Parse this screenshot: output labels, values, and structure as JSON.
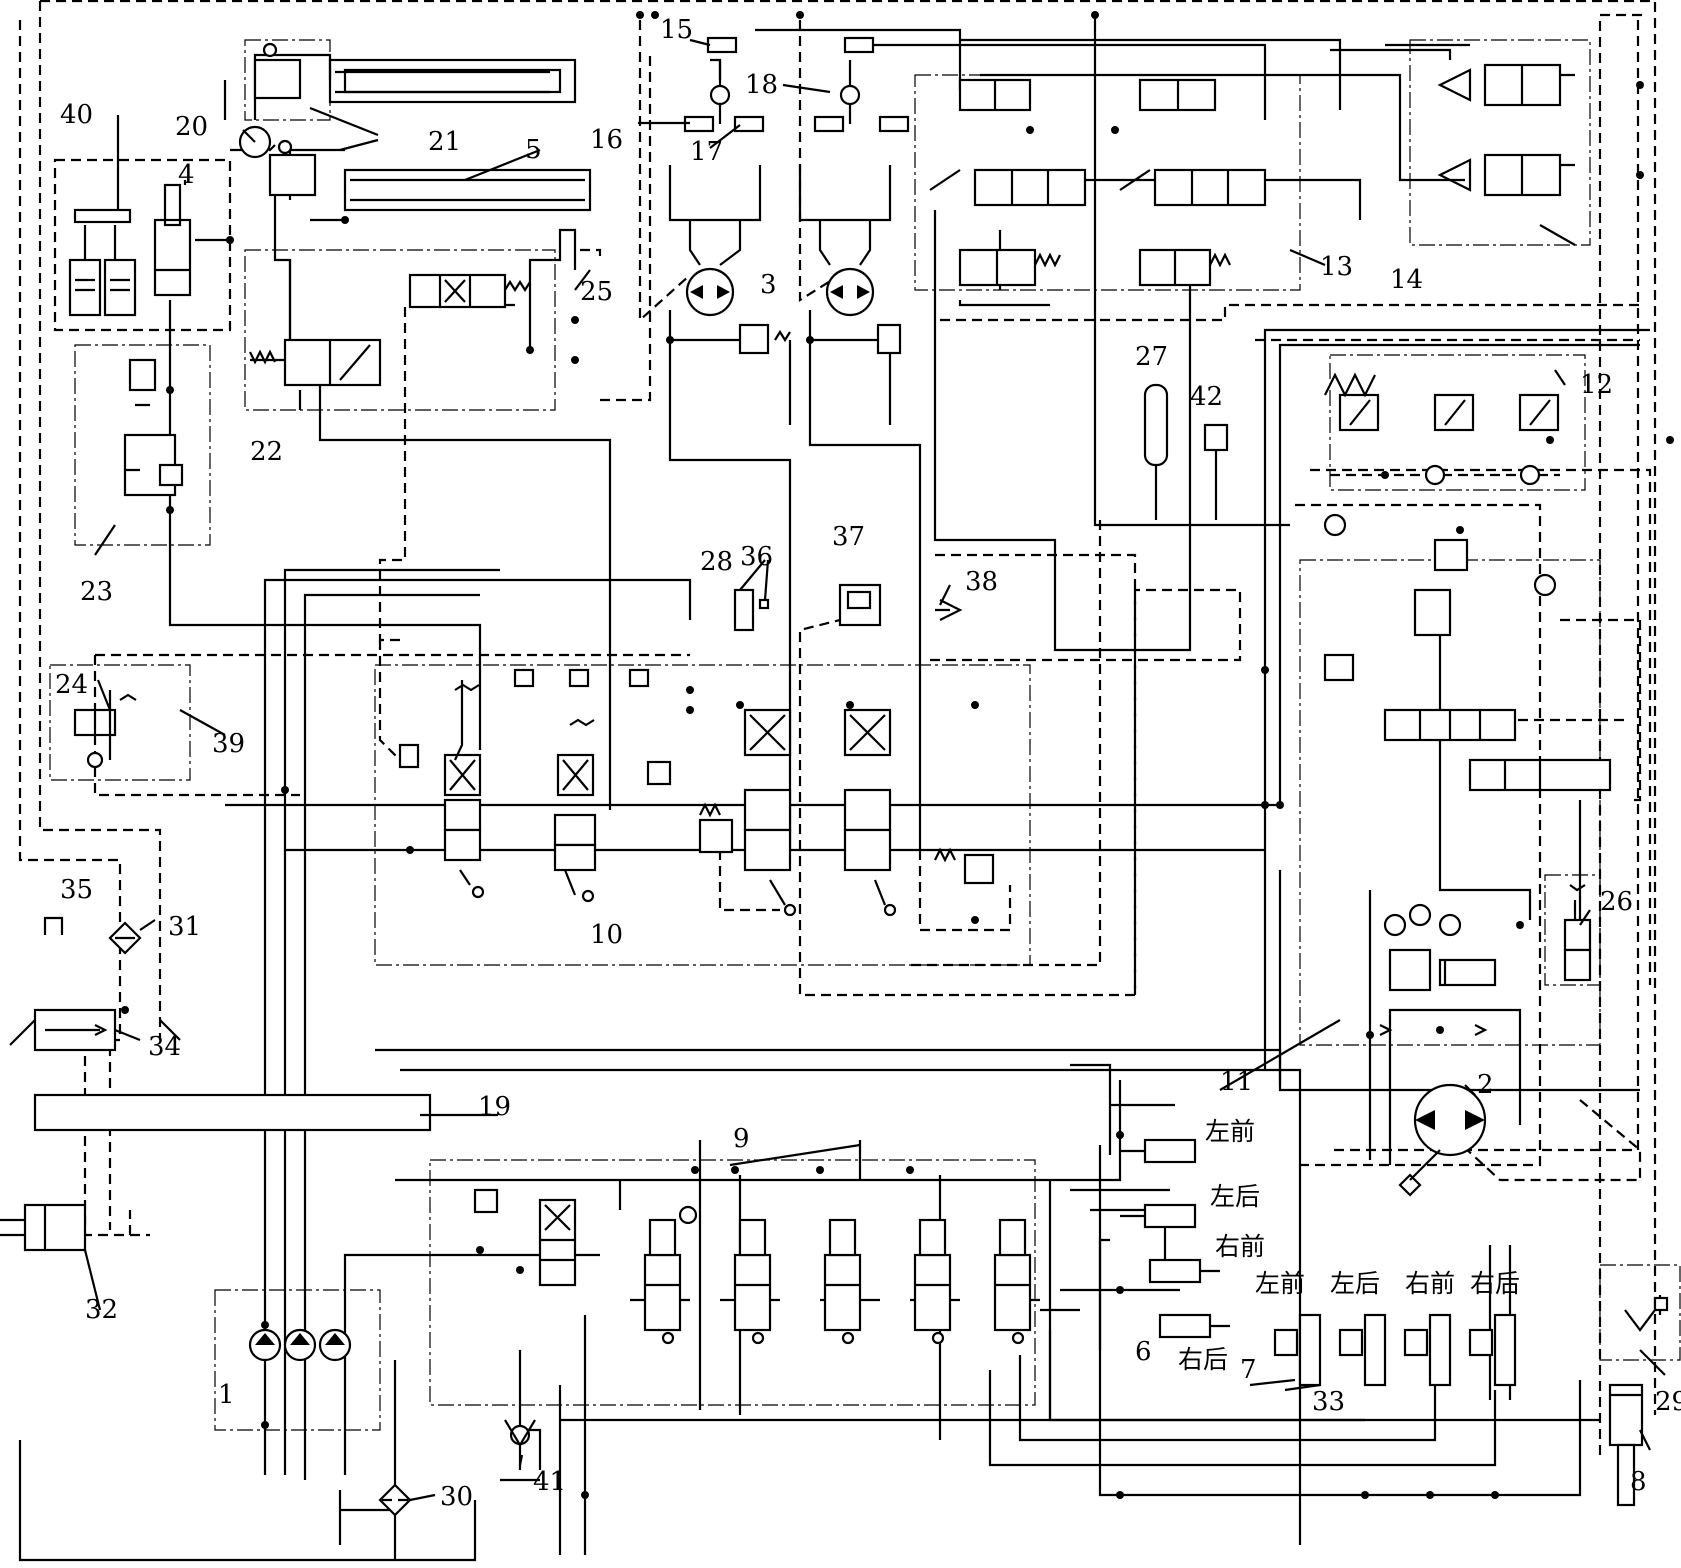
{
  "labels": {
    "l1": "1",
    "l2": "2",
    "l3": "3",
    "l4": "4",
    "l5": "5",
    "l6": "6",
    "l7": "7",
    "l8": "8",
    "l9": "9",
    "l10": "10",
    "l11": "11",
    "l12": "12",
    "l13": "13",
    "l14": "14",
    "l15": "15",
    "l16": "16",
    "l17": "17",
    "l18": "18",
    "l19": "19",
    "l20": "20",
    "l21": "21",
    "l22": "22",
    "l23": "23",
    "l24": "24",
    "l25": "25",
    "l26": "26",
    "l27": "27",
    "l28": "28",
    "l29": "29",
    "l30": "30",
    "l31": "31",
    "l32": "32",
    "l33": "33",
    "l34": "34",
    "l35": "35",
    "l36": "36",
    "l37": "37",
    "l38": "38",
    "l39": "39",
    "l40": "40",
    "l41": "41",
    "l42": "42"
  },
  "outrigger_cylinders": {
    "left_front": "左前",
    "left_rear": "左后",
    "right_front": "右前",
    "right_rear": "右后"
  },
  "leg_cylinders": {
    "left_front": "左前",
    "left_rear": "左后",
    "right_front": "右前",
    "right_rear": "右后"
  }
}
